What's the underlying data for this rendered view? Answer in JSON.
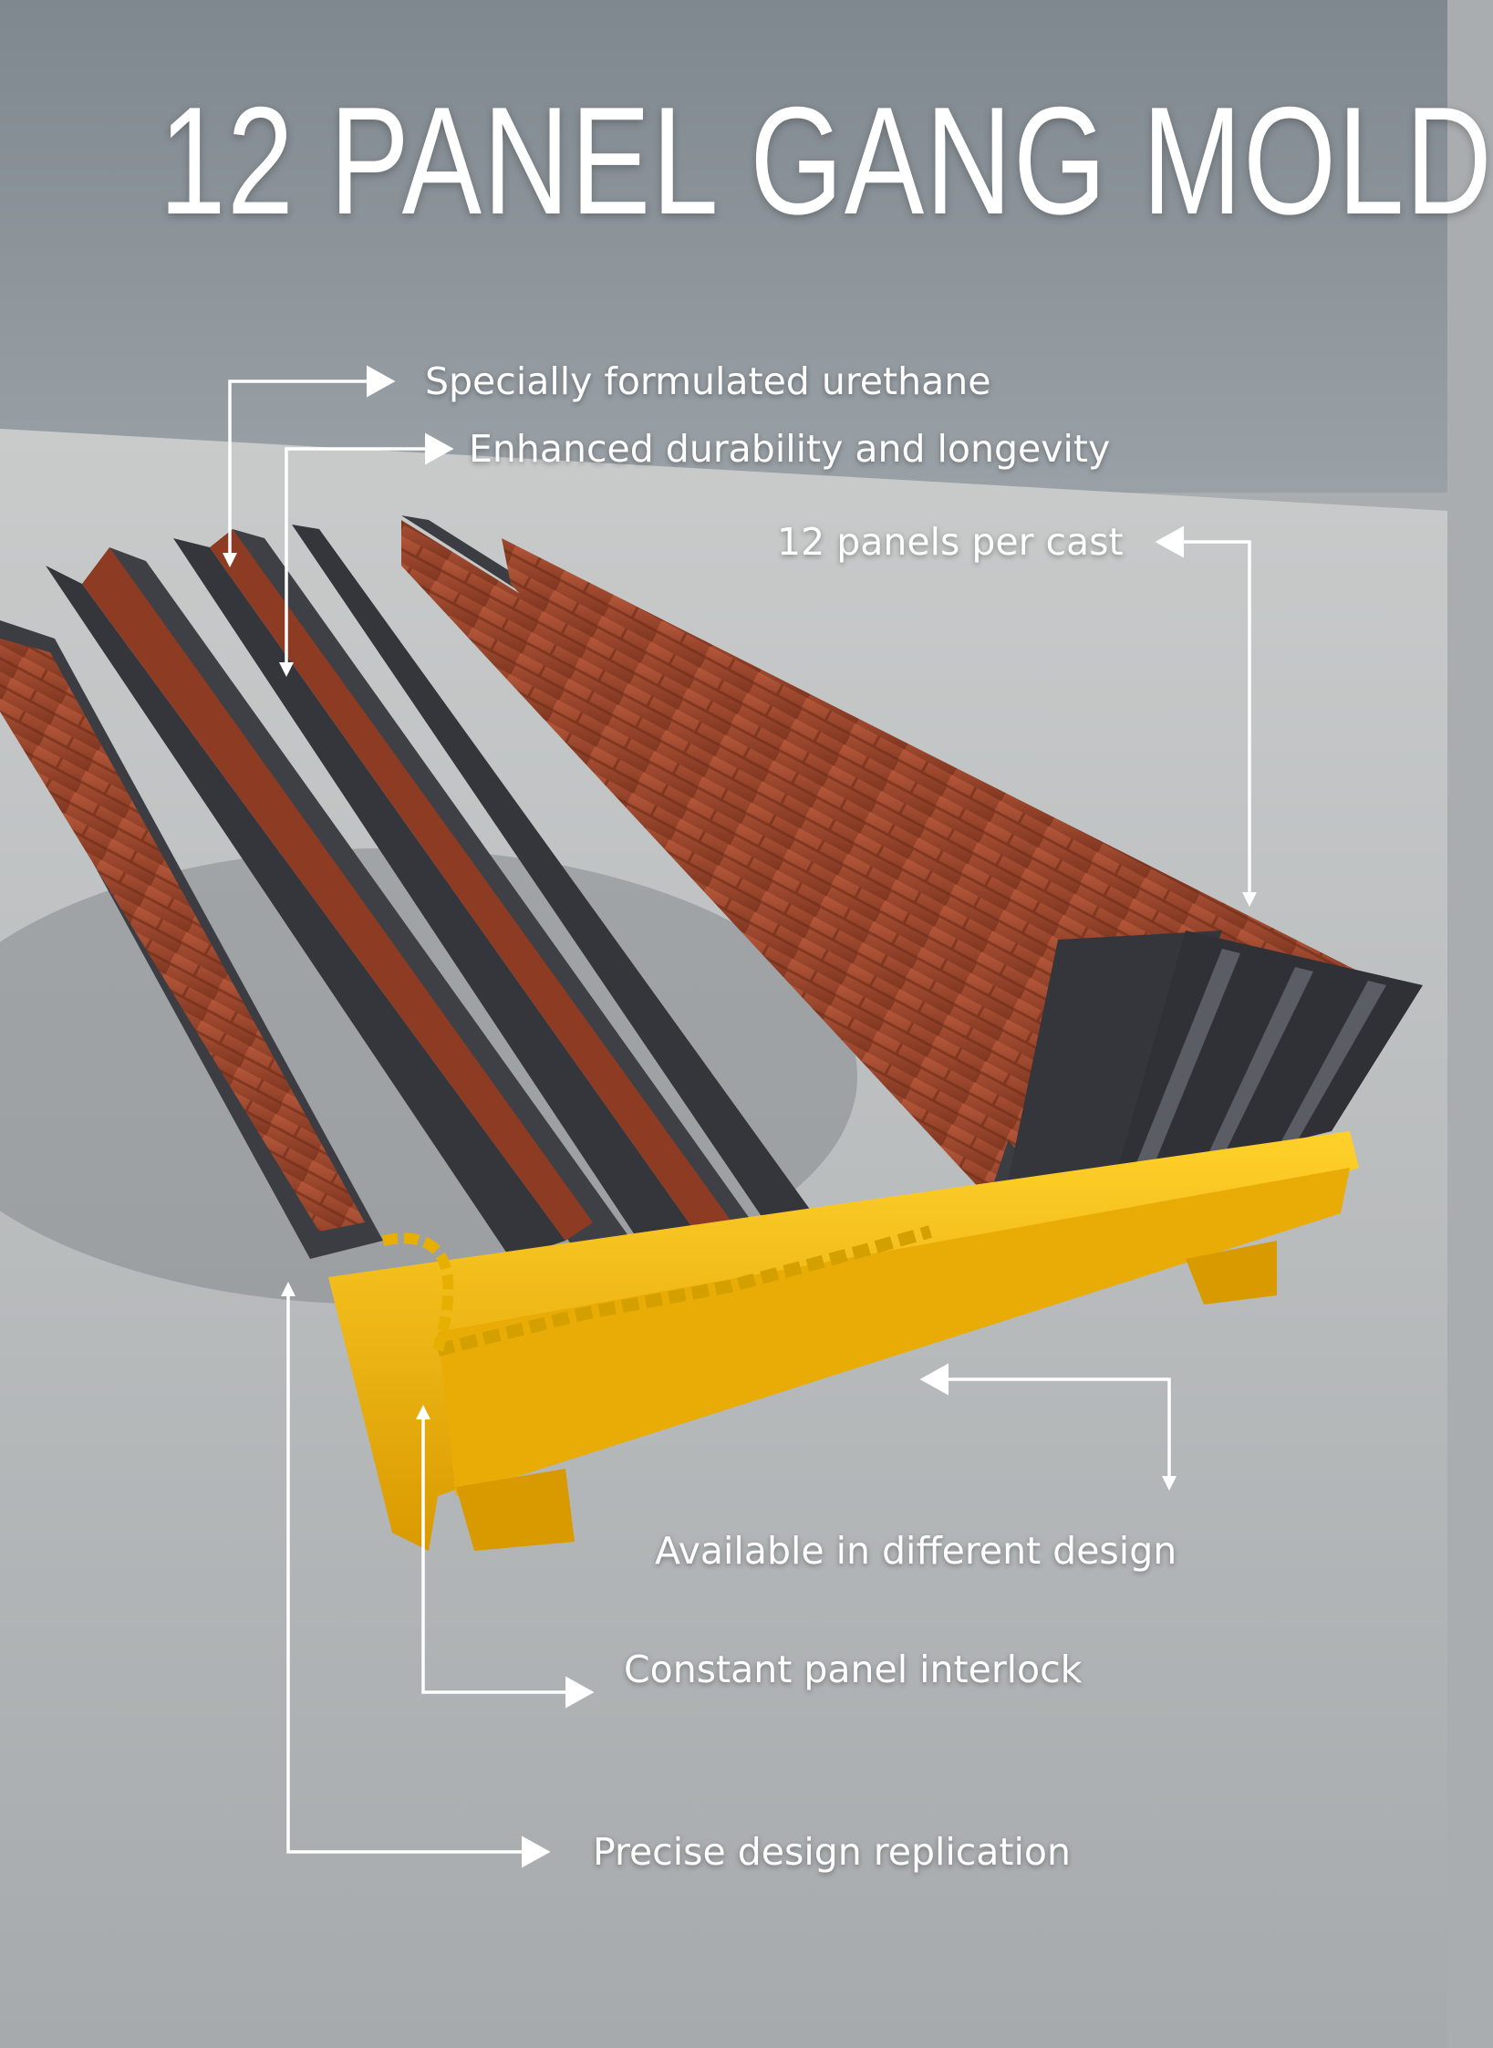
{
  "title": "12 PANEL GANG MOLD",
  "callouts": {
    "urethane": "Specially formulated urethane",
    "durability": "Enhanced durability and longevity",
    "panels": "12 panels per cast",
    "design": "Available in different design",
    "interlock": "Constant panel interlock",
    "replication": "Precise design replication"
  },
  "colors": {
    "wall": "#8e979d",
    "floor": "#c4c6c6",
    "panel_face": "#a44a2c",
    "panel_frame": "#3b3d42",
    "base": "#f1b80e"
  }
}
